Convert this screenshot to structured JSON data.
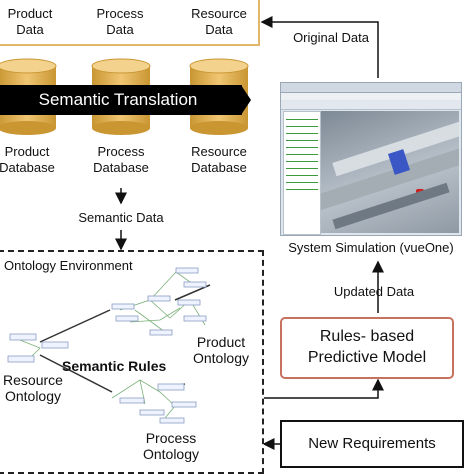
{
  "top_sources": [
    {
      "line1": "Product",
      "line2": "Data"
    },
    {
      "line1": "Process",
      "line2": "Data"
    },
    {
      "line1": "Resource",
      "line2": "Data"
    }
  ],
  "banner": "Semantic Translation",
  "databases": [
    {
      "line1": "Product",
      "line2": "Database"
    },
    {
      "line1": "Process",
      "line2": "Database"
    },
    {
      "line1": "Resource",
      "line2": "Database"
    }
  ],
  "semantic_data": "Semantic Data",
  "original_data": "Original Data",
  "updated_data": "Updated Data",
  "simulation_caption": "System Simulation (vueOne)",
  "ontology": {
    "title": "Ontology Environment",
    "rules": "Semantic Rules",
    "product": {
      "line1": "Product",
      "line2": "Ontology"
    },
    "resource": {
      "line1": "Resource",
      "line2": "Ontology"
    },
    "process": {
      "line1": "Process",
      "line2": "Ontology"
    }
  },
  "model": {
    "line1": "Rules- based",
    "line2": "Predictive Model"
  },
  "requirements": "New Requirements",
  "colors": {
    "db_gold": "#e0b156",
    "accent_border": "#e1b86a",
    "model_border": "#c7715f"
  }
}
